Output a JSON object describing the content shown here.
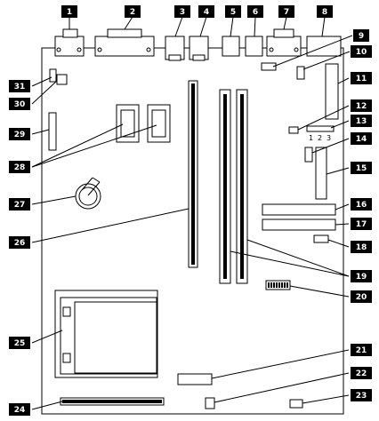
{
  "callouts": [
    "1",
    "2",
    "3",
    "4",
    "5",
    "6",
    "7",
    "8",
    "9",
    "10",
    "11",
    "12",
    "13",
    "14",
    "15",
    "16",
    "17",
    "18",
    "19",
    "20",
    "21",
    "22",
    "23",
    "24",
    "25",
    "26",
    "27",
    "28",
    "29",
    "30",
    "31"
  ],
  "jumper_pins": [
    "1",
    "2",
    "3"
  ]
}
